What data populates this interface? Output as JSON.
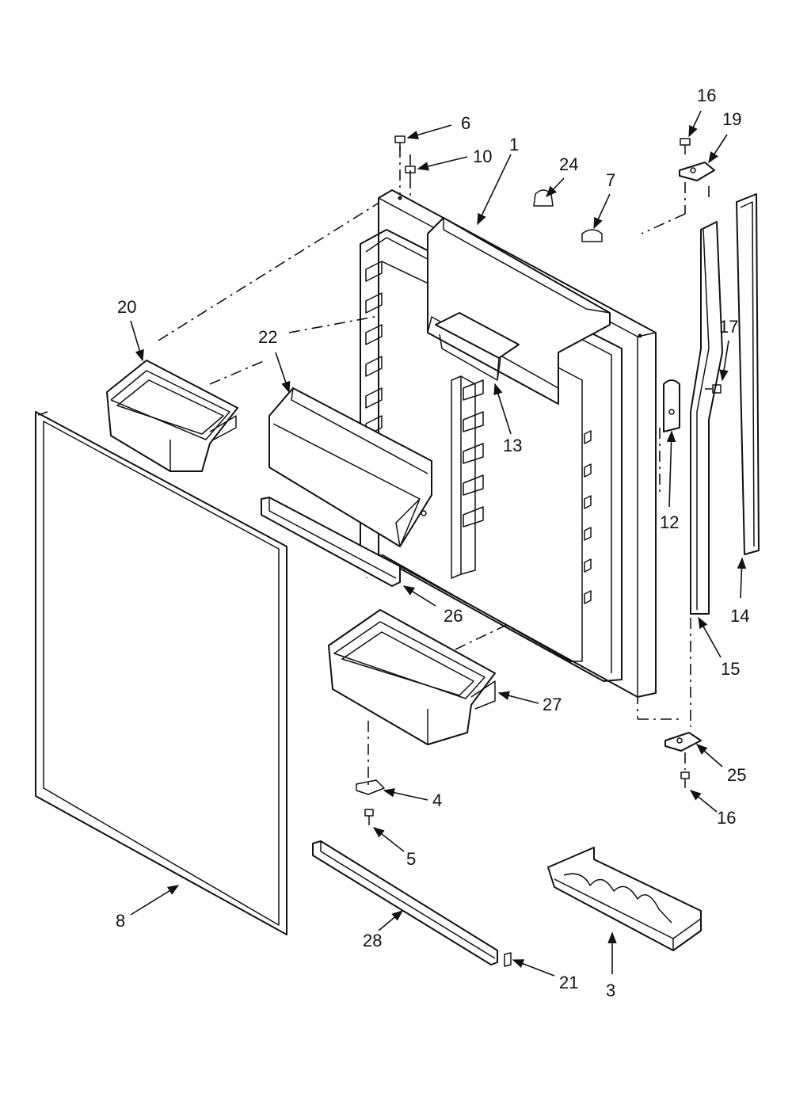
{
  "diagram": {
    "callouts": [
      {
        "id": "c1",
        "label": "1"
      },
      {
        "id": "c3",
        "label": "3"
      },
      {
        "id": "c4",
        "label": "4"
      },
      {
        "id": "c5",
        "label": "5"
      },
      {
        "id": "c6",
        "label": "6"
      },
      {
        "id": "c7",
        "label": "7"
      },
      {
        "id": "c8",
        "label": "8"
      },
      {
        "id": "c10",
        "label": "10"
      },
      {
        "id": "c12",
        "label": "12"
      },
      {
        "id": "c13",
        "label": "13"
      },
      {
        "id": "c14",
        "label": "14"
      },
      {
        "id": "c15",
        "label": "15"
      },
      {
        "id": "c16a",
        "label": "16"
      },
      {
        "id": "c16b",
        "label": "16"
      },
      {
        "id": "c17",
        "label": "17"
      },
      {
        "id": "c19",
        "label": "19"
      },
      {
        "id": "c20",
        "label": "20"
      },
      {
        "id": "c21",
        "label": "21"
      },
      {
        "id": "c22",
        "label": "22"
      },
      {
        "id": "c24",
        "label": "24"
      },
      {
        "id": "c25",
        "label": "25"
      },
      {
        "id": "c26",
        "label": "26"
      },
      {
        "id": "c27",
        "label": "27"
      },
      {
        "id": "c28",
        "label": "28"
      }
    ]
  }
}
